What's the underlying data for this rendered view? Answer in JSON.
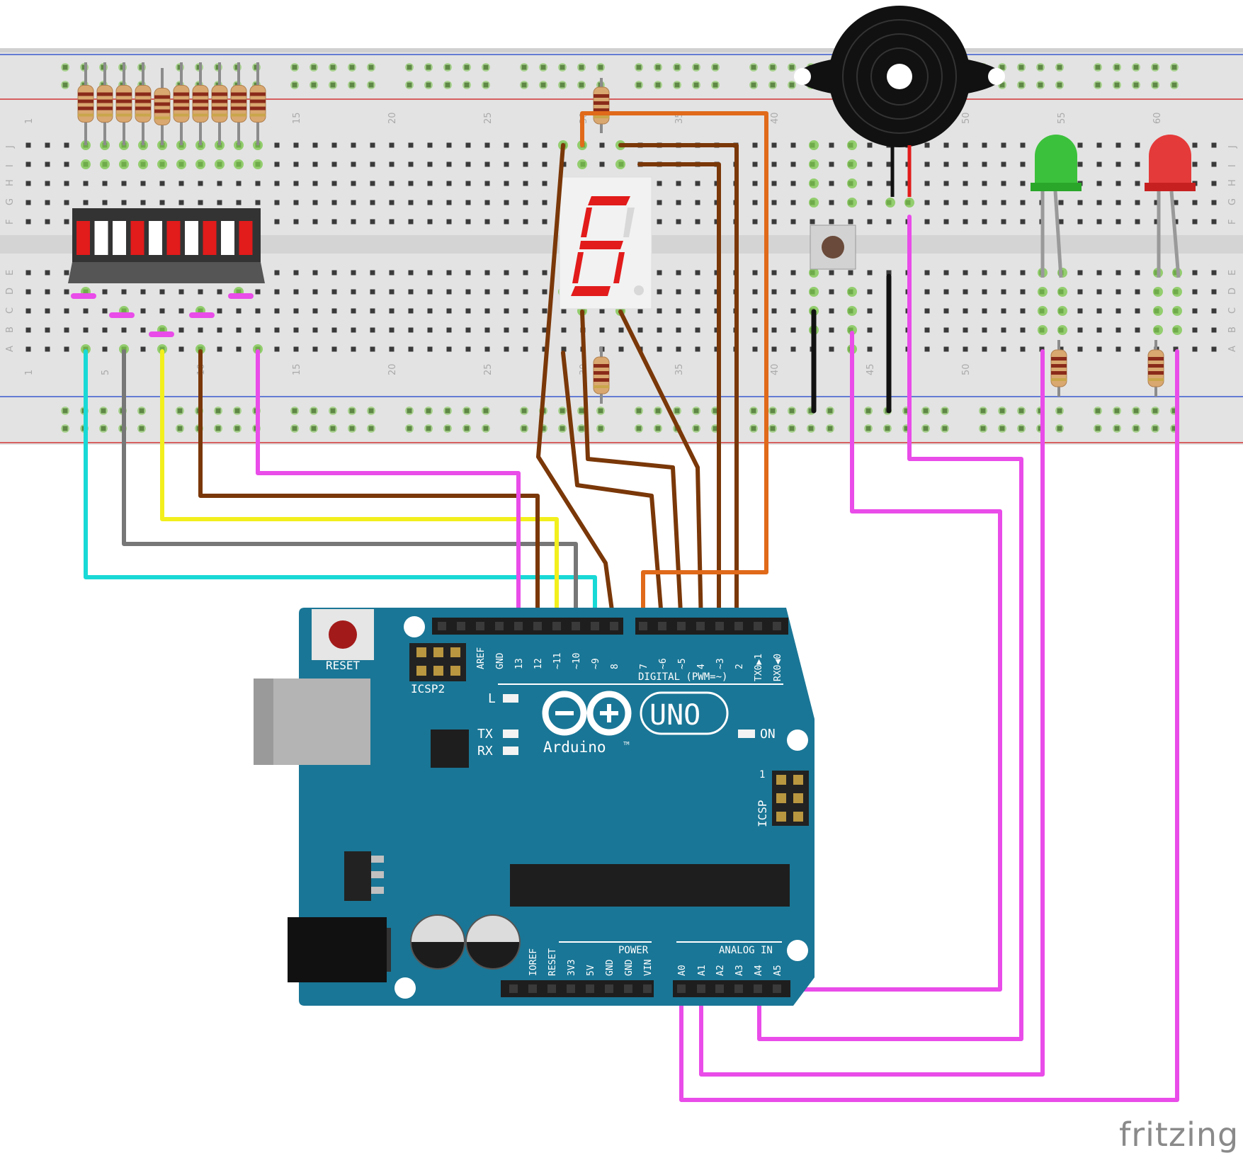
{
  "board": {
    "reset_label": "RESET",
    "icsp2_label": "ICSP2",
    "icsp_label": "ICSP",
    "icsp_pin1": "1",
    "digital_label": "DIGITAL (PWM=~)",
    "led_l": "L",
    "led_tx": "TX",
    "led_rx": "RX",
    "led_on": "ON",
    "logo_text": "Arduino",
    "logo_tm": "TM",
    "uno": "UNO",
    "power_label": "POWER",
    "analog_label": "ANALOG IN",
    "digital_pins": [
      "AREF",
      "GND",
      "13",
      "12",
      "~11",
      "~10",
      "~9",
      "8",
      "7",
      "~6",
      "~5",
      "4",
      "~3",
      "2",
      "TX0▶1",
      "RX0◀0"
    ],
    "power_pins": [
      "IOREF",
      "RESET",
      "3V3",
      "5V",
      "GND",
      "GND",
      "VIN"
    ],
    "analog_pins": [
      "A0",
      "A1",
      "A2",
      "A3",
      "A4",
      "A5"
    ]
  },
  "breadboard": {
    "row_letters": [
      "J",
      "I",
      "H",
      "G",
      "F",
      "E",
      "D",
      "C",
      "B",
      "A"
    ],
    "column_numbers": [
      "1",
      "5",
      "10",
      "15",
      "20",
      "25",
      "30",
      "35",
      "40",
      "45",
      "50",
      "55",
      "60"
    ]
  },
  "components": {
    "bar_graph": "LED bar graph",
    "seven_segment": "7-segment display",
    "buzzer": "piezo buzzer",
    "button": "push button",
    "green_led": "green LED",
    "red_led": "red LED"
  },
  "colors": {
    "board": "#1a7696",
    "breadboard": "#e3e3e3",
    "hole_green": "#7ec850",
    "wire_cyan": "#19d9d6",
    "wire_gray": "#777777",
    "wire_yellow": "#f2ef1d",
    "wire_brown": "#7a3708",
    "wire_magenta": "#e94ce9",
    "wire_orange": "#e06a1a",
    "rail_red": "#d23434",
    "rail_blue": "#3a5ad0"
  },
  "watermark": "fritzing"
}
